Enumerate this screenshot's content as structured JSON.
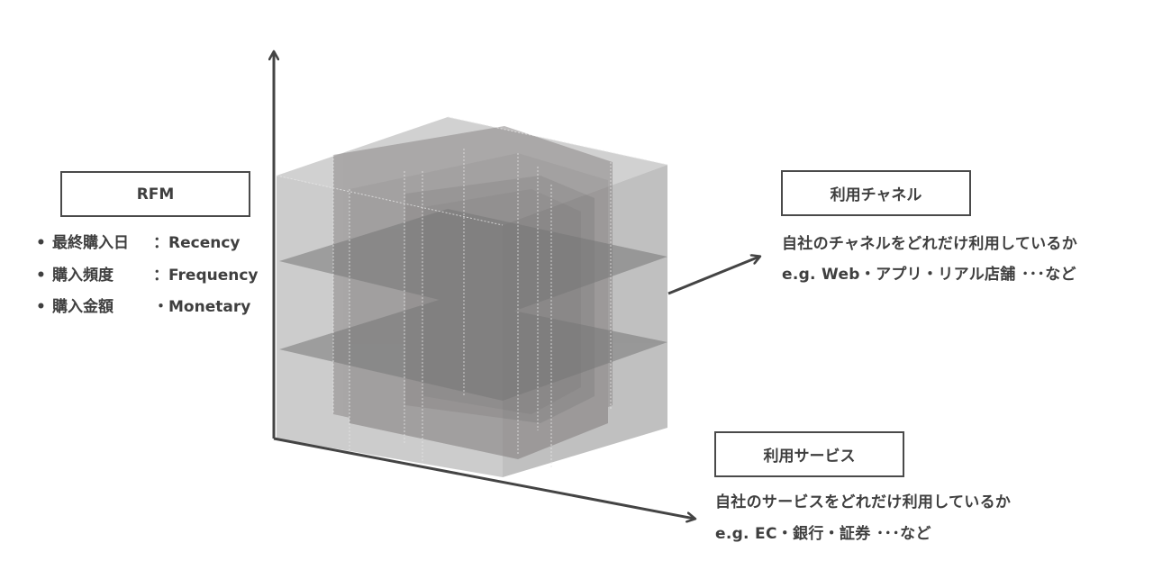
{
  "diagram": {
    "type": "3d-cube-segmentation",
    "axes": {
      "vertical": {
        "label_ref": "rfm"
      },
      "depth": {
        "label_ref": "channel"
      },
      "horizontal": {
        "label_ref": "service"
      }
    },
    "grid": "3x3x3"
  },
  "rfm": {
    "title": "RFM",
    "items": [
      {
        "bullet": "•",
        "jp": "最終購入日",
        "sep": "：",
        "en": "Recency"
      },
      {
        "bullet": "•",
        "jp": "購入頻度",
        "sep": "：",
        "en": "Frequency"
      },
      {
        "bullet": "•",
        "jp": "購入金額",
        "sep": "・",
        "en": "Monetary"
      }
    ]
  },
  "channel": {
    "title": "利用チャネル",
    "description": "自社のチャネルをどれだけ利用しているか",
    "example": "e.g. Web・アプリ・リアル店舗 ･･･など"
  },
  "service": {
    "title": "利用サービス",
    "description": "自社のサービスをどれだけ利用しているか",
    "example": "e.g. EC・銀行・証券 ･･･など"
  },
  "colors": {
    "axis": "#444444",
    "cube_light": "#c8c8c8",
    "cube_dark": "#6e6a6a",
    "text": "#3f3f3f"
  }
}
